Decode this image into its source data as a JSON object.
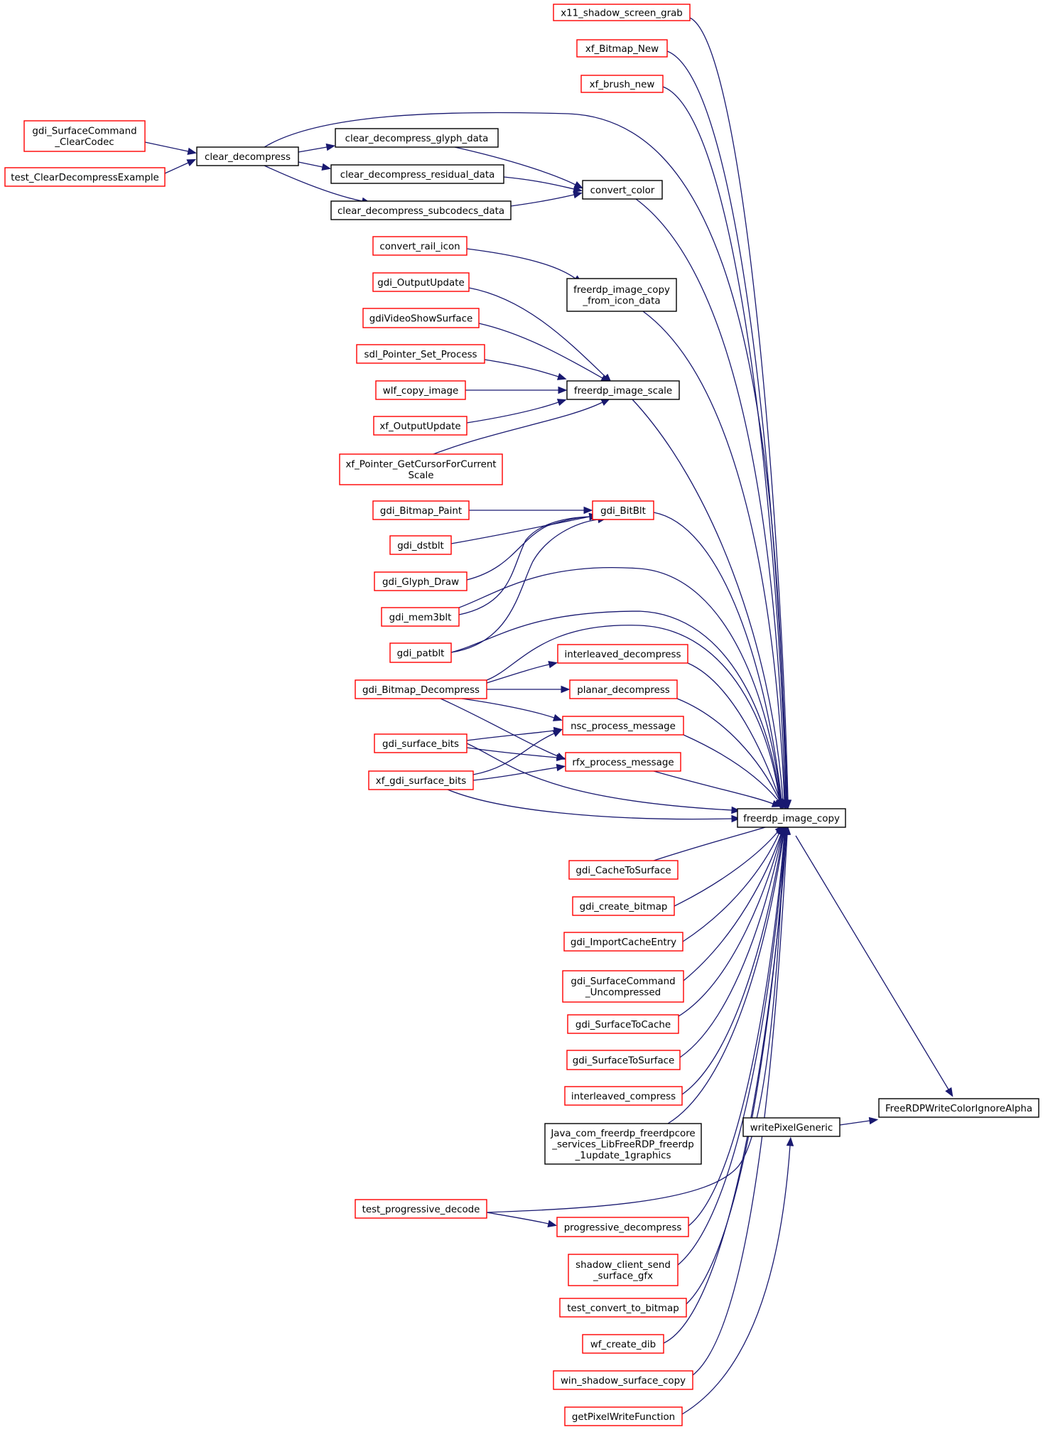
{
  "graph": {
    "colors": {
      "edge": "#191970",
      "border_linked": "#ff0000",
      "border_plain": "#000000",
      "focus_fill": "#bfbfbf"
    },
    "focus_node": "FreeRDPWriteColorIgnoreAlpha",
    "nodes": {
      "x11_shadow_screen_grab": {
        "lines": [
          "x11_shadow_screen_grab"
        ],
        "style": "linked"
      },
      "xf_Bitmap_New": {
        "lines": [
          "xf_Bitmap_New"
        ],
        "style": "linked"
      },
      "xf_brush_new": {
        "lines": [
          "xf_brush_new"
        ],
        "style": "linked"
      },
      "gdi_SurfaceCommand_ClearCodec": {
        "lines": [
          "gdi_SurfaceCommand",
          "_ClearCodec"
        ],
        "style": "linked"
      },
      "test_ClearDecompressExample": {
        "lines": [
          "test_ClearDecompressExample"
        ],
        "style": "linked"
      },
      "clear_decompress": {
        "lines": [
          "clear_decompress"
        ],
        "style": "plain"
      },
      "clear_decompress_glyph_data": {
        "lines": [
          "clear_decompress_glyph_data"
        ],
        "style": "plain"
      },
      "clear_decompress_residual_data": {
        "lines": [
          "clear_decompress_residual_data"
        ],
        "style": "plain"
      },
      "clear_decompress_subcodecs_data": {
        "lines": [
          "clear_decompress_subcodecs_data"
        ],
        "style": "plain"
      },
      "convert_color": {
        "lines": [
          "convert_color"
        ],
        "style": "plain"
      },
      "convert_rail_icon": {
        "lines": [
          "convert_rail_icon"
        ],
        "style": "linked"
      },
      "freerdp_image_copy_from_icon_data": {
        "lines": [
          "freerdp_image_copy",
          "_from_icon_data"
        ],
        "style": "plain"
      },
      "gdi_OutputUpdate": {
        "lines": [
          "gdi_OutputUpdate"
        ],
        "style": "linked"
      },
      "gdiVideoShowSurface": {
        "lines": [
          "gdiVideoShowSurface"
        ],
        "style": "linked"
      },
      "sdl_Pointer_Set_Process": {
        "lines": [
          "sdl_Pointer_Set_Process"
        ],
        "style": "linked"
      },
      "wlf_copy_image": {
        "lines": [
          "wlf_copy_image"
        ],
        "style": "linked"
      },
      "freerdp_image_scale": {
        "lines": [
          "freerdp_image_scale"
        ],
        "style": "plain"
      },
      "xf_OutputUpdate": {
        "lines": [
          "xf_OutputUpdate"
        ],
        "style": "linked"
      },
      "xf_Pointer_GetCursorForCurrentScale": {
        "lines": [
          "xf_Pointer_GetCursorForCurrent",
          "Scale"
        ],
        "style": "linked"
      },
      "gdi_Bitmap_Paint": {
        "lines": [
          "gdi_Bitmap_Paint"
        ],
        "style": "linked"
      },
      "gdi_BitBlt": {
        "lines": [
          "gdi_BitBlt"
        ],
        "style": "linked"
      },
      "gdi_dstblt": {
        "lines": [
          "gdi_dstblt"
        ],
        "style": "linked"
      },
      "gdi_Glyph_Draw": {
        "lines": [
          "gdi_Glyph_Draw"
        ],
        "style": "linked"
      },
      "gdi_mem3blt": {
        "lines": [
          "gdi_mem3blt"
        ],
        "style": "linked"
      },
      "gdi_patblt": {
        "lines": [
          "gdi_patblt"
        ],
        "style": "linked"
      },
      "interleaved_decompress": {
        "lines": [
          "interleaved_decompress"
        ],
        "style": "linked"
      },
      "gdi_Bitmap_Decompress": {
        "lines": [
          "gdi_Bitmap_Decompress"
        ],
        "style": "linked"
      },
      "planar_decompress": {
        "lines": [
          "planar_decompress"
        ],
        "style": "linked"
      },
      "nsc_process_message": {
        "lines": [
          "nsc_process_message"
        ],
        "style": "linked"
      },
      "gdi_surface_bits": {
        "lines": [
          "gdi_surface_bits"
        ],
        "style": "linked"
      },
      "rfx_process_message": {
        "lines": [
          "rfx_process_message"
        ],
        "style": "linked"
      },
      "xf_gdi_surface_bits": {
        "lines": [
          "xf_gdi_surface_bits"
        ],
        "style": "linked"
      },
      "freerdp_image_copy": {
        "lines": [
          "freerdp_image_copy"
        ],
        "style": "plain"
      },
      "gdi_CacheToSurface": {
        "lines": [
          "gdi_CacheToSurface"
        ],
        "style": "linked"
      },
      "gdi_create_bitmap": {
        "lines": [
          "gdi_create_bitmap"
        ],
        "style": "linked"
      },
      "gdi_ImportCacheEntry": {
        "lines": [
          "gdi_ImportCacheEntry"
        ],
        "style": "linked"
      },
      "gdi_SurfaceCommand_Uncompressed": {
        "lines": [
          "gdi_SurfaceCommand",
          "_Uncompressed"
        ],
        "style": "linked"
      },
      "gdi_SurfaceToCache": {
        "lines": [
          "gdi_SurfaceToCache"
        ],
        "style": "linked"
      },
      "gdi_SurfaceToSurface": {
        "lines": [
          "gdi_SurfaceToSurface"
        ],
        "style": "linked"
      },
      "interleaved_compress": {
        "lines": [
          "interleaved_compress"
        ],
        "style": "linked"
      },
      "FreeRDPWriteColorIgnoreAlpha": {
        "lines": [
          "FreeRDPWriteColorIgnoreAlpha"
        ],
        "style": "focus"
      },
      "writePixelGeneric": {
        "lines": [
          "writePixelGeneric"
        ],
        "style": "plain"
      },
      "Java_update_graphics": {
        "lines": [
          "Java_com_freerdp_freerdpcore",
          "_services_LibFreeRDP_freerdp",
          "_1update_1graphics"
        ],
        "style": "plain"
      },
      "test_progressive_decode": {
        "lines": [
          "test_progressive_decode"
        ],
        "style": "linked"
      },
      "progressive_decompress": {
        "lines": [
          "progressive_decompress"
        ],
        "style": "linked"
      },
      "shadow_client_send_surface_gfx": {
        "lines": [
          "shadow_client_send",
          "_surface_gfx"
        ],
        "style": "linked"
      },
      "test_convert_to_bitmap": {
        "lines": [
          "test_convert_to_bitmap"
        ],
        "style": "linked"
      },
      "wf_create_dib": {
        "lines": [
          "wf_create_dib"
        ],
        "style": "linked"
      },
      "win_shadow_surface_copy": {
        "lines": [
          "win_shadow_surface_copy"
        ],
        "style": "linked"
      },
      "getPixelWriteFunction": {
        "lines": [
          "getPixelWriteFunction"
        ],
        "style": "linked"
      }
    },
    "edges": [
      [
        "x11_shadow_screen_grab",
        "freerdp_image_copy"
      ],
      [
        "xf_Bitmap_New",
        "freerdp_image_copy"
      ],
      [
        "xf_brush_new",
        "freerdp_image_copy"
      ],
      [
        "clear_decompress",
        "freerdp_image_copy"
      ],
      [
        "convert_color",
        "freerdp_image_copy"
      ],
      [
        "freerdp_image_copy_from_icon_data",
        "freerdp_image_copy"
      ],
      [
        "freerdp_image_scale",
        "freerdp_image_copy"
      ],
      [
        "gdi_BitBlt",
        "freerdp_image_copy"
      ],
      [
        "gdi_mem3blt",
        "freerdp_image_copy"
      ],
      [
        "gdi_patblt",
        "freerdp_image_copy"
      ],
      [
        "gdi_Bitmap_Decompress",
        "freerdp_image_copy"
      ],
      [
        "interleaved_decompress",
        "freerdp_image_copy"
      ],
      [
        "planar_decompress",
        "freerdp_image_copy"
      ],
      [
        "nsc_process_message",
        "freerdp_image_copy"
      ],
      [
        "rfx_process_message",
        "freerdp_image_copy"
      ],
      [
        "gdi_surface_bits",
        "freerdp_image_copy"
      ],
      [
        "xf_gdi_surface_bits",
        "freerdp_image_copy"
      ],
      [
        "gdi_CacheToSurface",
        "freerdp_image_copy"
      ],
      [
        "gdi_create_bitmap",
        "freerdp_image_copy"
      ],
      [
        "gdi_ImportCacheEntry",
        "freerdp_image_copy"
      ],
      [
        "gdi_SurfaceCommand_Uncompressed",
        "freerdp_image_copy"
      ],
      [
        "gdi_SurfaceToCache",
        "freerdp_image_copy"
      ],
      [
        "gdi_SurfaceToSurface",
        "freerdp_image_copy"
      ],
      [
        "interleaved_compress",
        "freerdp_image_copy"
      ],
      [
        "Java_update_graphics",
        "freerdp_image_copy"
      ],
      [
        "test_progressive_decode",
        "freerdp_image_copy"
      ],
      [
        "progressive_decompress",
        "freerdp_image_copy"
      ],
      [
        "shadow_client_send_surface_gfx",
        "freerdp_image_copy"
      ],
      [
        "test_convert_to_bitmap",
        "freerdp_image_copy"
      ],
      [
        "wf_create_dib",
        "freerdp_image_copy"
      ],
      [
        "win_shadow_surface_copy",
        "freerdp_image_copy"
      ],
      [
        "freerdp_image_copy",
        "FreeRDPWriteColorIgnoreAlpha"
      ],
      [
        "writePixelGeneric",
        "FreeRDPWriteColorIgnoreAlpha"
      ],
      [
        "getPixelWriteFunction",
        "writePixelGeneric"
      ],
      [
        "gdi_SurfaceCommand_ClearCodec",
        "clear_decompress"
      ],
      [
        "test_ClearDecompressExample",
        "clear_decompress"
      ],
      [
        "clear_decompress",
        "clear_decompress_glyph_data"
      ],
      [
        "clear_decompress",
        "clear_decompress_residual_data"
      ],
      [
        "clear_decompress",
        "clear_decompress_subcodecs_data"
      ],
      [
        "clear_decompress_glyph_data",
        "convert_color"
      ],
      [
        "clear_decompress_residual_data",
        "convert_color"
      ],
      [
        "clear_decompress_subcodecs_data",
        "convert_color"
      ],
      [
        "convert_rail_icon",
        "freerdp_image_copy_from_icon_data"
      ],
      [
        "gdi_OutputUpdate",
        "freerdp_image_scale"
      ],
      [
        "gdiVideoShowSurface",
        "freerdp_image_scale"
      ],
      [
        "sdl_Pointer_Set_Process",
        "freerdp_image_scale"
      ],
      [
        "wlf_copy_image",
        "freerdp_image_scale"
      ],
      [
        "xf_OutputUpdate",
        "freerdp_image_scale"
      ],
      [
        "xf_Pointer_GetCursorForCurrentScale",
        "freerdp_image_scale"
      ],
      [
        "gdi_Bitmap_Paint",
        "gdi_BitBlt"
      ],
      [
        "gdi_dstblt",
        "gdi_BitBlt"
      ],
      [
        "gdi_Glyph_Draw",
        "gdi_BitBlt"
      ],
      [
        "gdi_mem3blt",
        "gdi_BitBlt"
      ],
      [
        "gdi_patblt",
        "gdi_BitBlt"
      ],
      [
        "gdi_Bitmap_Decompress",
        "interleaved_decompress"
      ],
      [
        "gdi_Bitmap_Decompress",
        "planar_decompress"
      ],
      [
        "gdi_Bitmap_Decompress",
        "nsc_process_message"
      ],
      [
        "gdi_Bitmap_Decompress",
        "rfx_process_message"
      ],
      [
        "gdi_surface_bits",
        "nsc_process_message"
      ],
      [
        "gdi_surface_bits",
        "rfx_process_message"
      ],
      [
        "xf_gdi_surface_bits",
        "nsc_process_message"
      ],
      [
        "xf_gdi_surface_bits",
        "rfx_process_message"
      ],
      [
        "test_progressive_decode",
        "progressive_decompress"
      ]
    ]
  }
}
